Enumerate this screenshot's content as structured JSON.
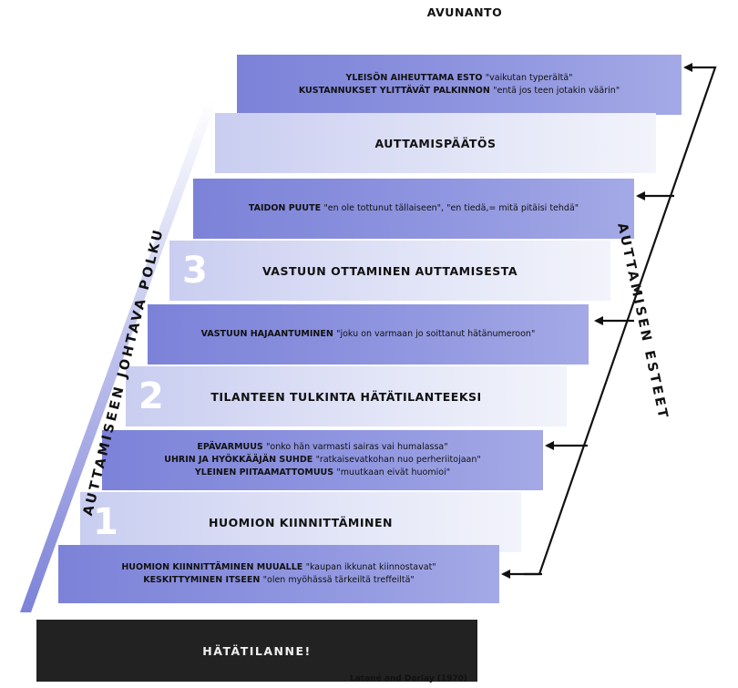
{
  "top_label": "AVUNANTO",
  "stages": [
    {
      "number": "",
      "title": "AUTTAMISPÄÄTÖS"
    },
    {
      "number": "3",
      "title": "VASTUUN OTTAMINEN AUTTAMISESTA"
    },
    {
      "number": "2",
      "title": "TILANTEEN TULKINTA HÄTÄTILANTEEKSI"
    },
    {
      "number": "1",
      "title": "HUOMION  KIINNITTÄMINEN"
    }
  ],
  "barriers": [
    {
      "lines": [
        {
          "label": "YLEISÖN AIHEUTTAMA ESTO",
          "quote": "\"vaikutan typerältä\""
        },
        {
          "label": "KUSTANNUKSET YLITTÄVÄT PALKINNON",
          "quote": "\"entä jos teen jotakin väärin\""
        }
      ]
    },
    {
      "lines": [
        {
          "label": "TAIDON PUUTE",
          "quote": "\"en ole tottunut tällaiseen\",  \"en tiedä,= mitä pitäisi tehdä\""
        }
      ]
    },
    {
      "lines": [
        {
          "label": "VASTUUN HAJAANTUMINEN",
          "quote": "\"joku on varmaan jo soittanut hätänumeroon\""
        }
      ]
    },
    {
      "lines": [
        {
          "label": "EPÄVARMUUS",
          "quote": "\"onko hän varmasti sairas vai humalassa\""
        },
        {
          "label": "UHRIN JA HYÖKKÄÄJÄN SUHDE",
          "quote": "\"ratkaisevatkohan nuo perheriitojaan\""
        },
        {
          "label": "YLEINEN PIITAAMATTOMUUS",
          "quote": "\"muutkaan eivät huomioi\""
        }
      ]
    },
    {
      "lines": [
        {
          "label": "HUOMION KIINNITTÄMINEN MUUALLE",
          "quote": "\"kaupan ikkunat kiinnostavat\""
        },
        {
          "label": "KESKITTYMINEN ITSEEN",
          "quote": "\"olen myöhässä tärkeiltä treffeiltä\""
        }
      ]
    }
  ],
  "emergency_label": "HÄTÄTILANNE!",
  "left_axis_label": "AUTTAMISEEN JOHTAVA POLKU",
  "right_axis_label": "AUTTAMISEN ESTEET",
  "credit": "Latané and Darlay (1970)",
  "colors": {
    "dark_step": "#8a8fdc",
    "light_step": "#e3e6f7",
    "emergency": "#222222",
    "arrow": "#111111"
  }
}
